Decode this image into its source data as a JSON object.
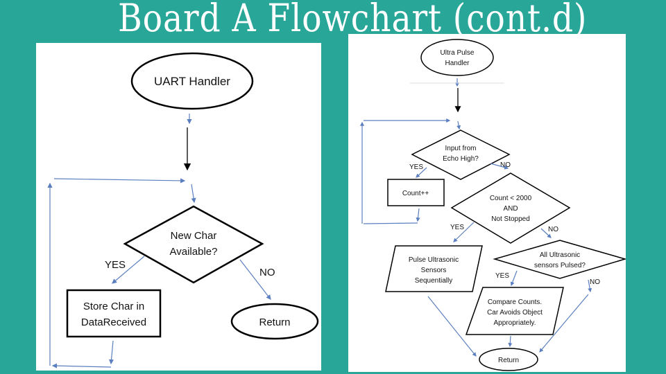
{
  "slide": {
    "title": "Board A Flowchart (cont.d)",
    "colors": {
      "background": "#28a697",
      "panel": "#ffffff",
      "connector": "#5b7fbf",
      "shape_stroke": "#000000"
    }
  },
  "left_flowchart": {
    "start": "UART Handler",
    "decision": {
      "line1": "New Char",
      "line2": "Available?"
    },
    "yes_label": "YES",
    "no_label": "NO",
    "process": {
      "line1": "Store Char in",
      "line2": "DataReceived"
    },
    "end": "Return"
  },
  "right_flowchart": {
    "start": {
      "line1": "Ultra Pulse",
      "line2": "Handler"
    },
    "decision1": {
      "line1": "Input from",
      "line2": "Echo High?"
    },
    "decision1_yes": "YES",
    "decision1_no": "NO",
    "count_process": "Count++",
    "decision2": {
      "line1": "Count < 2000",
      "line2": "AND",
      "line3": "Not Stopped"
    },
    "decision2_yes": "YES",
    "decision2_no": "NO",
    "pulse_io": {
      "line1": "Pulse Ultrasonic",
      "line2": "Sensors",
      "line3": "Sequentially"
    },
    "decision3": {
      "line1": "All Ultrasonic",
      "line2": "sensors Pulsed?"
    },
    "decision3_yes": "YES",
    "decision3_no": "NO",
    "compare_io": {
      "line1": "Compare Counts.",
      "line2": "Car Avoids Object",
      "line3": "Appropriately."
    },
    "end": "Return"
  }
}
